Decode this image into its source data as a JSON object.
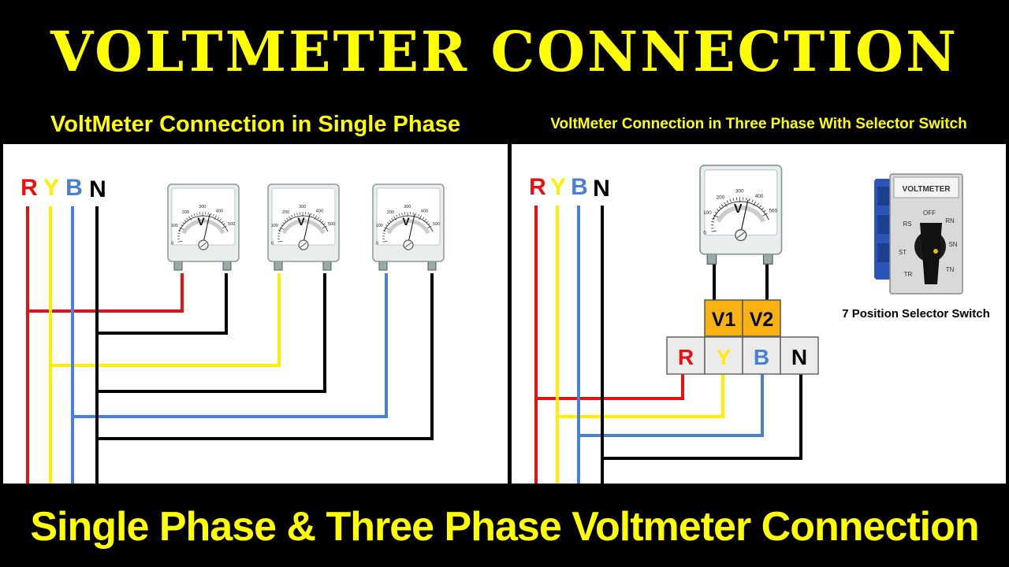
{
  "title": "VOLTMETER CONNECTION",
  "left_panel": {
    "heading": "VoltMeter Connection in Single Phase",
    "lines": [
      {
        "label": "R",
        "color": "#e81010"
      },
      {
        "label": "Y",
        "color": "#ffee00"
      },
      {
        "label": "B",
        "color": "#4a7fd4"
      },
      {
        "label": "N",
        "color": "#000000"
      }
    ],
    "meter_symbol": "V",
    "scale_labels": [
      "0",
      "100",
      "200",
      "300",
      "400",
      "500"
    ]
  },
  "right_panel": {
    "heading": "VoltMeter Connection in Three Phase With Selector Switch",
    "lines": [
      {
        "label": "R",
        "color": "#e81010"
      },
      {
        "label": "Y",
        "color": "#ffee00"
      },
      {
        "label": "B",
        "color": "#4a7fd4"
      },
      {
        "label": "N",
        "color": "#000000"
      }
    ],
    "meter_symbol": "V",
    "scale_labels": [
      "0",
      "100",
      "200",
      "300",
      "400",
      "500"
    ],
    "terminals_top": [
      "V1",
      "V2"
    ],
    "terminals_bottom": [
      {
        "label": "R",
        "color": "#e81010"
      },
      {
        "label": "Y",
        "color": "#ffee00"
      },
      {
        "label": "B",
        "color": "#4a7fd4"
      },
      {
        "label": "N",
        "color": "#000000"
      }
    ],
    "switch_caption": "7 Position Selector Switch",
    "switch_face_label": "VOLTMETER",
    "switch_positions": [
      "OFF",
      "RN",
      "SN",
      "TN",
      "TR",
      "ST",
      "RS"
    ]
  },
  "footer": "Single Phase & Three Phase Voltmeter Connection",
  "colors": {
    "title_yellow": "#ffff00",
    "terminal_orange": "#f9b212",
    "panel_bg": "#ffffff"
  }
}
